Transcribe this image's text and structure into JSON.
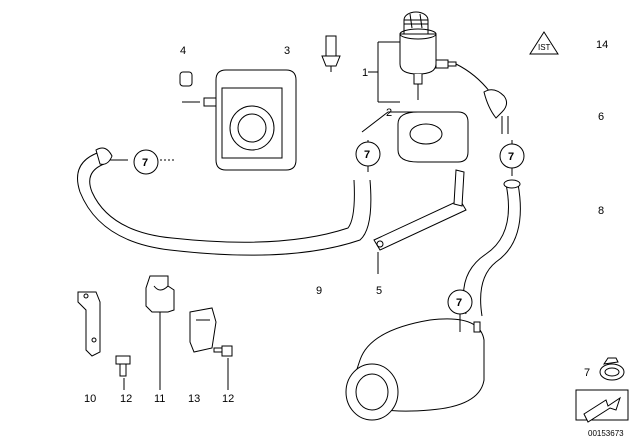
{
  "labels": {
    "p1": "1",
    "p2": "2",
    "p3": "3",
    "p4": "4",
    "p5": "5",
    "p6": "6",
    "p7_ref": "7",
    "p8": "8",
    "p9": "9",
    "p10": "10",
    "p11": "11",
    "p12a": "12",
    "p12b": "12",
    "p13": "13",
    "p14": "14"
  },
  "callouts": {
    "c1": "7",
    "c2": "7",
    "c3": "7",
    "c4": "7"
  },
  "code": "00153673"
}
